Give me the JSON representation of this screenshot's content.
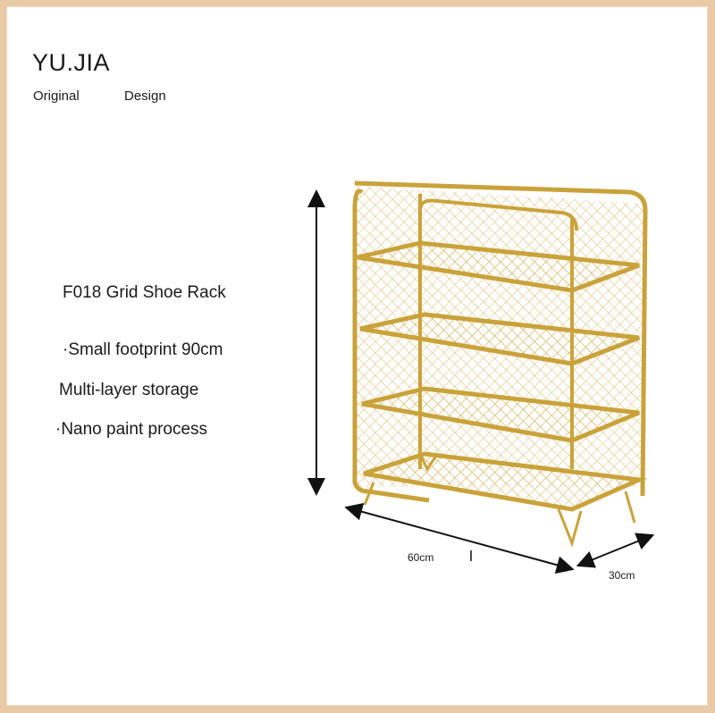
{
  "brand": {
    "name": "YU.JIA",
    "tagline_left": "Original",
    "tagline_right": "Design"
  },
  "product": {
    "title": "F018 Grid Shoe Rack",
    "features": [
      "·Small footprint 90cm",
      "Multi-layer storage",
      "·Nano paint process"
    ]
  },
  "dimensions": {
    "width": "60cm",
    "depth": "30cm"
  },
  "colors": {
    "border": "#e9c9a6",
    "rack_gold": "#c9a23a"
  }
}
